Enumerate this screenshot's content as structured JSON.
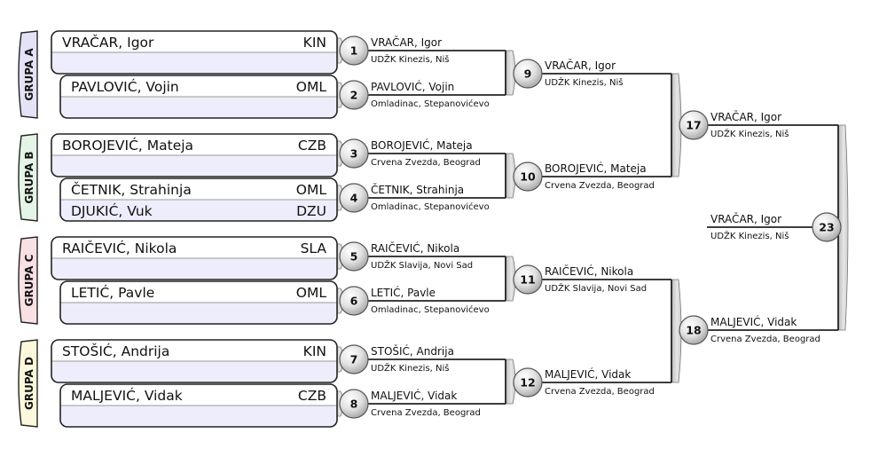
{
  "colors": {
    "group_a": "#e4e2f6",
    "group_b": "#e4f4e6",
    "group_c": "#f9e0e2",
    "group_d": "#fbf8dc",
    "row_alt": "#eeedfb",
    "line": "#222222",
    "connector": "#c8c8c8"
  },
  "groups": [
    {
      "label": "GRUPA A",
      "color_key": "group_a",
      "entries": [
        {
          "rows": [
            {
              "name": "VRAČAR, Igor",
              "code": "KIN"
            },
            {
              "name": "",
              "code": ""
            }
          ]
        },
        {
          "rows": [
            {
              "name": "PAVLOVIĆ, Vojin",
              "code": "OML"
            },
            {
              "name": "",
              "code": ""
            }
          ]
        }
      ]
    },
    {
      "label": "GRUPA B",
      "color_key": "group_b",
      "entries": [
        {
          "rows": [
            {
              "name": "BOROJEVIĆ, Mateja",
              "code": "CZB"
            },
            {
              "name": "",
              "code": ""
            }
          ]
        },
        {
          "rows": [
            {
              "name": "ČETNIK, Strahinja",
              "code": "OML"
            },
            {
              "name": "DJUKIĆ, Vuk",
              "code": "DZU"
            }
          ]
        }
      ]
    },
    {
      "label": "GRUPA C",
      "color_key": "group_c",
      "entries": [
        {
          "rows": [
            {
              "name": "RAIČEVIĆ, Nikola",
              "code": "SLA"
            },
            {
              "name": "",
              "code": ""
            }
          ]
        },
        {
          "rows": [
            {
              "name": "LETIĆ, Pavle",
              "code": "OML"
            },
            {
              "name": "",
              "code": ""
            }
          ]
        }
      ]
    },
    {
      "label": "GRUPA D",
      "color_key": "group_d",
      "entries": [
        {
          "rows": [
            {
              "name": "STOŠIĆ, Andrija",
              "code": "KIN"
            },
            {
              "name": "",
              "code": ""
            }
          ]
        },
        {
          "rows": [
            {
              "name": "MALJEVIĆ, Vidak",
              "code": "CZB"
            },
            {
              "name": "",
              "code": ""
            }
          ]
        }
      ]
    }
  ],
  "rounds": [
    {
      "name": "group-winners",
      "matches": [
        {
          "num": "1",
          "winner": "VRAČAR, Igor",
          "club": "UDŽK Kinezis, Niš"
        },
        {
          "num": "2",
          "winner": "PAVLOVIĆ, Vojin",
          "club": "Omladinac, Stepanovićevo"
        },
        {
          "num": "3",
          "winner": "BOROJEVIĆ, Mateja",
          "club": "Crvena Zvezda, Beograd"
        },
        {
          "num": "4",
          "winner": "ČETNIK, Strahinja",
          "club": "Omladinac, Stepanovićevo"
        },
        {
          "num": "5",
          "winner": "RAIČEVIĆ, Nikola",
          "club": "UDŽK Slavija, Novi Sad"
        },
        {
          "num": "6",
          "winner": "LETIĆ, Pavle",
          "club": "Omladinac, Stepanovićevo"
        },
        {
          "num": "7",
          "winner": "STOŠIĆ, Andrija",
          "club": "UDŽK Kinezis, Niš"
        },
        {
          "num": "8",
          "winner": "MALJEVIĆ, Vidak",
          "club": "Crvena Zvezda, Beograd"
        }
      ]
    },
    {
      "name": "quarterfinals",
      "matches": [
        {
          "num": "9",
          "winner": "VRAČAR, Igor",
          "club": "UDŽK Kinezis, Niš"
        },
        {
          "num": "10",
          "winner": "BOROJEVIĆ, Mateja",
          "club": "Crvena Zvezda, Beograd"
        },
        {
          "num": "11",
          "winner": "RAIČEVIĆ, Nikola",
          "club": "UDŽK Slavija, Novi Sad"
        },
        {
          "num": "12",
          "winner": "MALJEVIĆ, Vidak",
          "club": "Crvena Zvezda, Beograd"
        }
      ]
    },
    {
      "name": "semifinals",
      "matches": [
        {
          "num": "17",
          "winner": "VRAČAR, Igor",
          "club": "UDŽK Kinezis, Niš"
        },
        {
          "num": "18",
          "winner": "MALJEVIĆ, Vidak",
          "club": "Crvena Zvezda, Beograd"
        }
      ]
    },
    {
      "name": "final",
      "matches": [
        {
          "num": "23",
          "winner": "VRAČAR, Igor",
          "club": "UDŽK Kinezis, Niš"
        }
      ]
    }
  ]
}
